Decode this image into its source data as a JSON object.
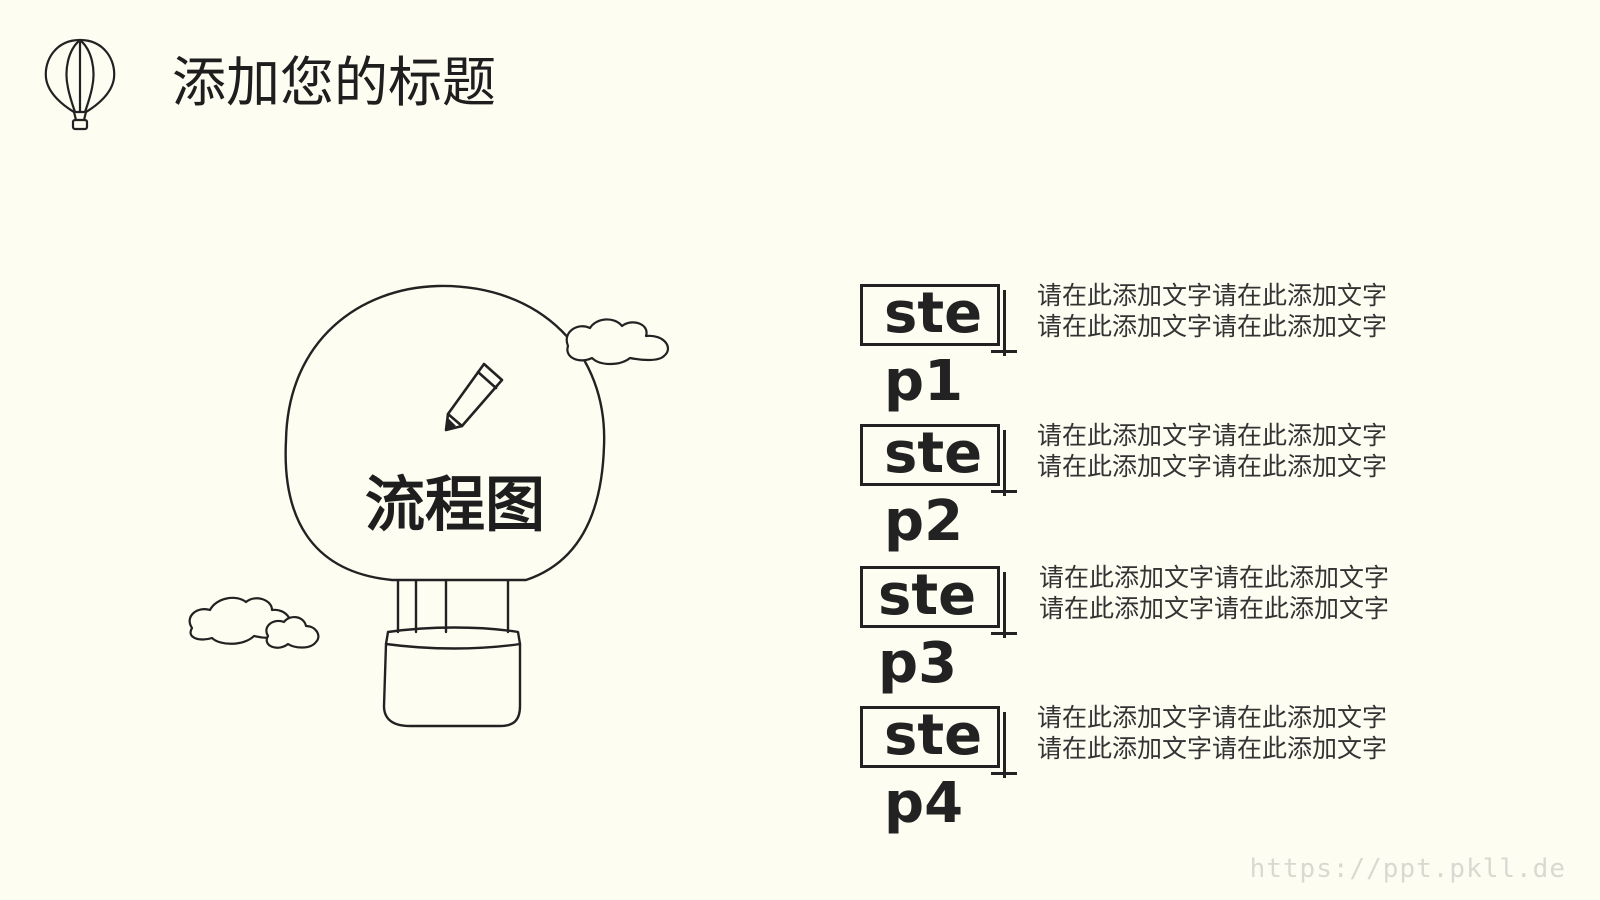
{
  "header": {
    "title": "添加您的标题",
    "icon": "hot-air-balloon-icon"
  },
  "diagram": {
    "center_label": "流程图",
    "center_icon": "pencil-icon",
    "decoration_icons": [
      "hot-air-balloon-icon",
      "cloud-icon",
      "cloud-icon"
    ]
  },
  "steps": [
    {
      "label": "step1",
      "lines": [
        "请在此添加文字请在此添加文字",
        "请在此添加文字请在此添加文字"
      ]
    },
    {
      "label": "step2",
      "lines": [
        "请在此添加文字请在此添加文字",
        "请在此添加文字请在此添加文字"
      ]
    },
    {
      "label": "step3",
      "lines": [
        "请在此添加文字请在此添加文字",
        "请在此添加文字请在此添加文字"
      ]
    },
    {
      "label": "step4",
      "lines": [
        "请在此添加文字请在此添加文字",
        "请在此添加文字请在此添加文字"
      ]
    }
  ],
  "watermark": "https://ppt.pkll.de",
  "colors": {
    "background": "#fdfdf2",
    "ink": "#222222",
    "watermark": "#d9d9d2"
  }
}
